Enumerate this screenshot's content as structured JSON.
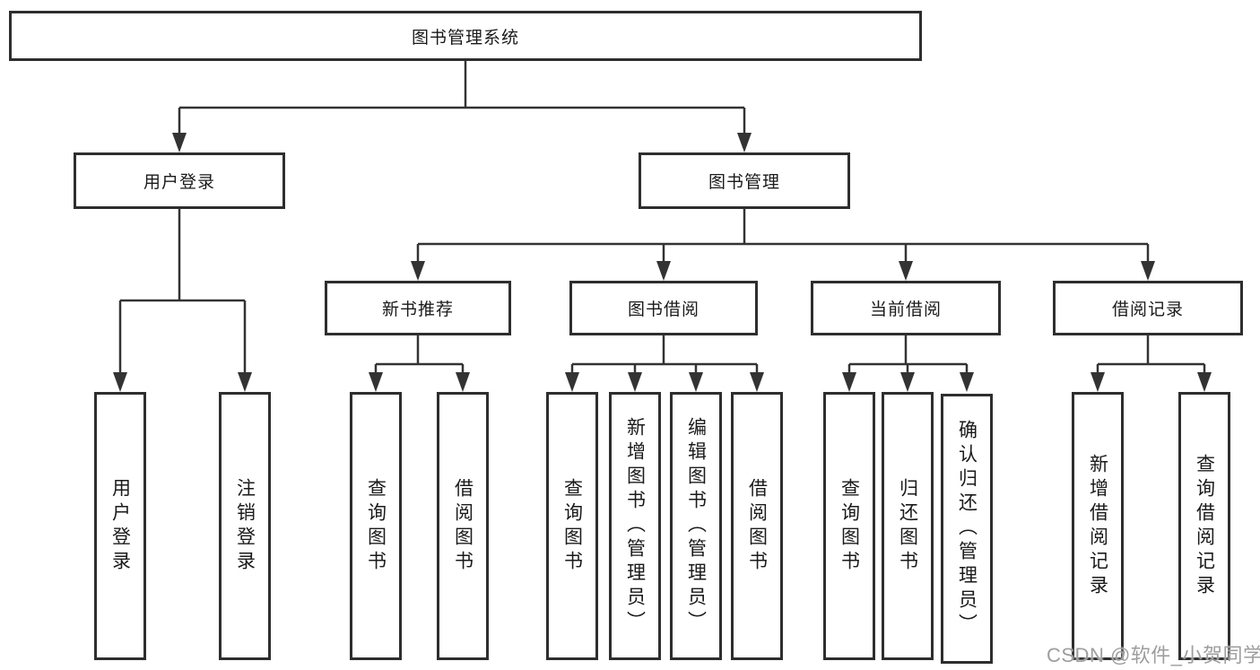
{
  "diagram": {
    "root": {
      "label": "图书管理系统"
    },
    "level2": [
      {
        "label": "用户登录"
      },
      {
        "label": "图书管理"
      }
    ],
    "level3": [
      {
        "label": "新书推荐"
      },
      {
        "label": "图书借阅"
      },
      {
        "label": "当前借阅"
      },
      {
        "label": "借阅记录"
      }
    ],
    "leaves": {
      "user_login": [
        "用户登录",
        "注销登录"
      ],
      "new_books": [
        "查询图书",
        "借阅图书"
      ],
      "book_borrow": [
        "查询图书",
        "新增图书（管理员）",
        "编辑图书（管理员）",
        "借阅图书"
      ],
      "current_borrow": [
        "查询图书",
        "归还图书",
        "确认归还（管理员）"
      ],
      "borrow_records": [
        "新增借阅记录",
        "查询借阅记录"
      ]
    }
  },
  "watermark": {
    "text": "CSDN @软件_小贺同学"
  },
  "colors": {
    "line": "#333333",
    "border": "#2e2e2e",
    "text": "#1a1a1a",
    "watermark": "#9e9e9e",
    "background": "#ffffff"
  }
}
